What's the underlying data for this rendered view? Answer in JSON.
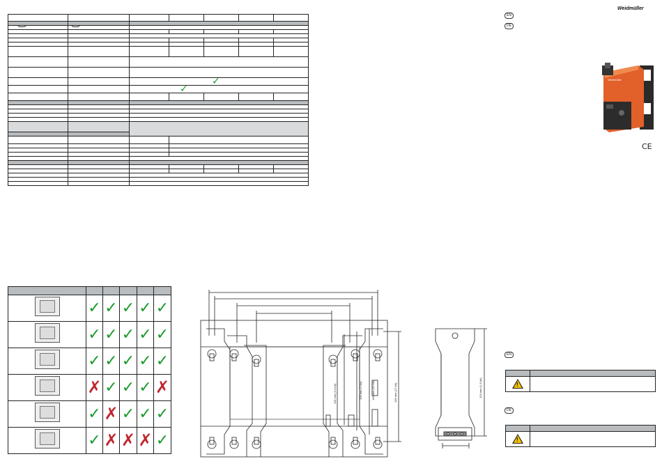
{
  "header": {
    "lang1": "EN",
    "lang2": "DE",
    "brand": "Weidmüller"
  },
  "product": {
    "ce_mark": "CE",
    "label_brand": "Weidmüller"
  },
  "compat_table": {
    "checks": [
      [
        "check",
        "check",
        "check",
        "check",
        "check"
      ],
      [
        "check",
        "check",
        "check",
        "check",
        "check"
      ],
      [
        "check",
        "check",
        "check",
        "check",
        "check"
      ],
      [
        "cross",
        "check",
        "check",
        "check",
        "cross"
      ],
      [
        "check",
        "cross",
        "check",
        "check",
        "check"
      ],
      [
        "check",
        "cross",
        "cross",
        "cross",
        "check"
      ]
    ]
  },
  "dimensions": {
    "dim_a": "119 mm (3.4 Ah)",
    "dim_b": "129 mm (7 Ah)",
    "dim_c": "139 mm (12 Ah)",
    "dim_d": "149 mm (17 Ah)",
    "side_height": "124 mm (1.3 Ah)"
  },
  "sections": {
    "lang_en": "EN",
    "lang_de": "DE",
    "warn_symbol": "!"
  }
}
